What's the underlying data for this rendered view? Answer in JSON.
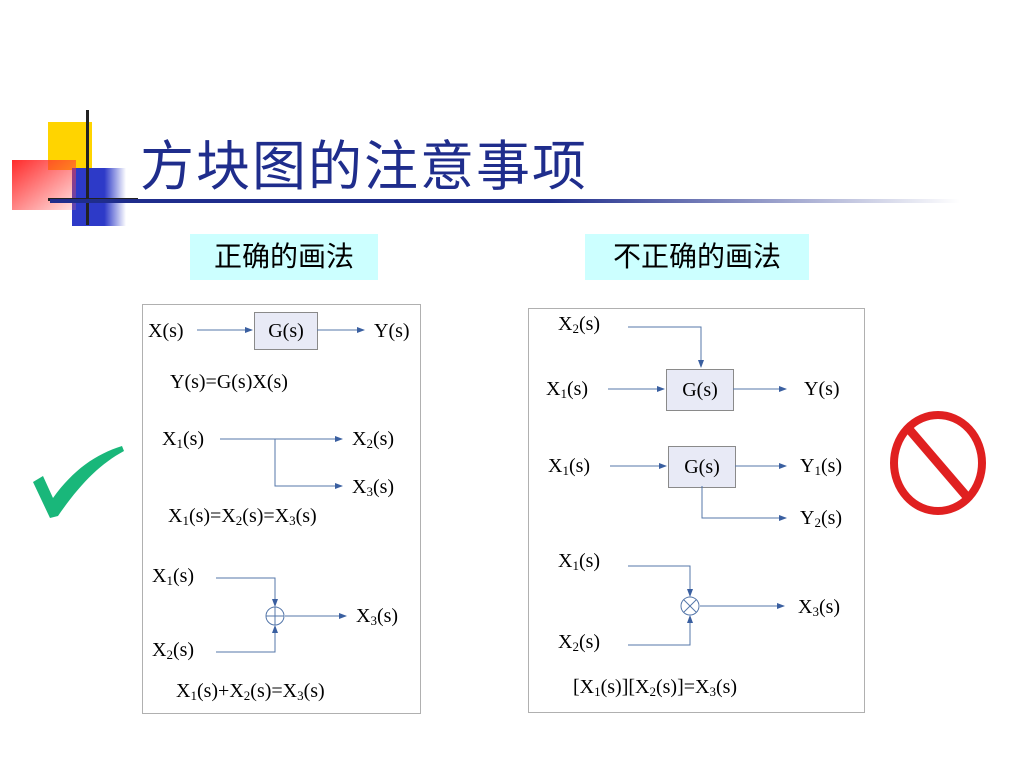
{
  "title": "方块图的注意事项",
  "labels": {
    "correct": "正确的画法",
    "incorrect": "不正确的画法"
  },
  "left": {
    "g1": {
      "in": "X(s)",
      "block": "G(s)",
      "out": "Y(s)",
      "eq": "Y(s)=G(s)X(s)"
    },
    "branch": {
      "in": "X",
      "in_sub": "1",
      "in_tail": "(s)",
      "o1": "X",
      "o1_sub": "2",
      "o1_tail": "(s)",
      "o2": "X",
      "o2_sub": "3",
      "o2_tail": "(s)",
      "eq": [
        [
          "X",
          "1",
          "(s)=X"
        ],
        [
          "",
          "2",
          "(s)=X"
        ],
        [
          "",
          "3",
          "(s)"
        ]
      ]
    },
    "sum": {
      "a": "X",
      "a_sub": "1",
      "a_tail": "(s)",
      "b": "X",
      "b_sub": "2",
      "b_tail": "(s)",
      "o": "X",
      "o_sub": "3",
      "o_tail": "(s)",
      "eq": [
        [
          "X",
          "1",
          "(s)+X"
        ],
        [
          "",
          "2",
          "(s)=X"
        ],
        [
          "",
          "3",
          "(s)"
        ]
      ]
    }
  },
  "right": {
    "g1": {
      "top": "X",
      "top_sub": "2",
      "top_tail": "(s)",
      "in": "X",
      "in_sub": "1",
      "in_tail": "(s)",
      "block": "G(s)",
      "out": "Y(s)"
    },
    "g2": {
      "in": "X",
      "in_sub": "1",
      "in_tail": "(s)",
      "block": "G(s)",
      "o1": "Y",
      "o1_sub": "1",
      "o1_tail": "(s)",
      "o2": "Y",
      "o2_sub": "2",
      "o2_tail": "(s)"
    },
    "mul": {
      "a": "X",
      "a_sub": "1",
      "a_tail": "(s)",
      "b": "X",
      "b_sub": "2",
      "b_tail": "(s)",
      "o": "X",
      "o_sub": "3",
      "o_tail": "(s)",
      "eq": [
        [
          "[X",
          "1",
          "(s)][X"
        ],
        [
          "",
          "2",
          "(s)]=X"
        ],
        [
          "",
          "3",
          "(s)"
        ]
      ]
    }
  },
  "icons": {
    "check": "check-mark-icon",
    "prohibit": "prohibition-icon"
  },
  "colors": {
    "title": "#1f2d8c",
    "label_bg": "#ccffff",
    "check": "#19b77a",
    "prohibit": "#e02020",
    "wire": "#5577aa"
  }
}
